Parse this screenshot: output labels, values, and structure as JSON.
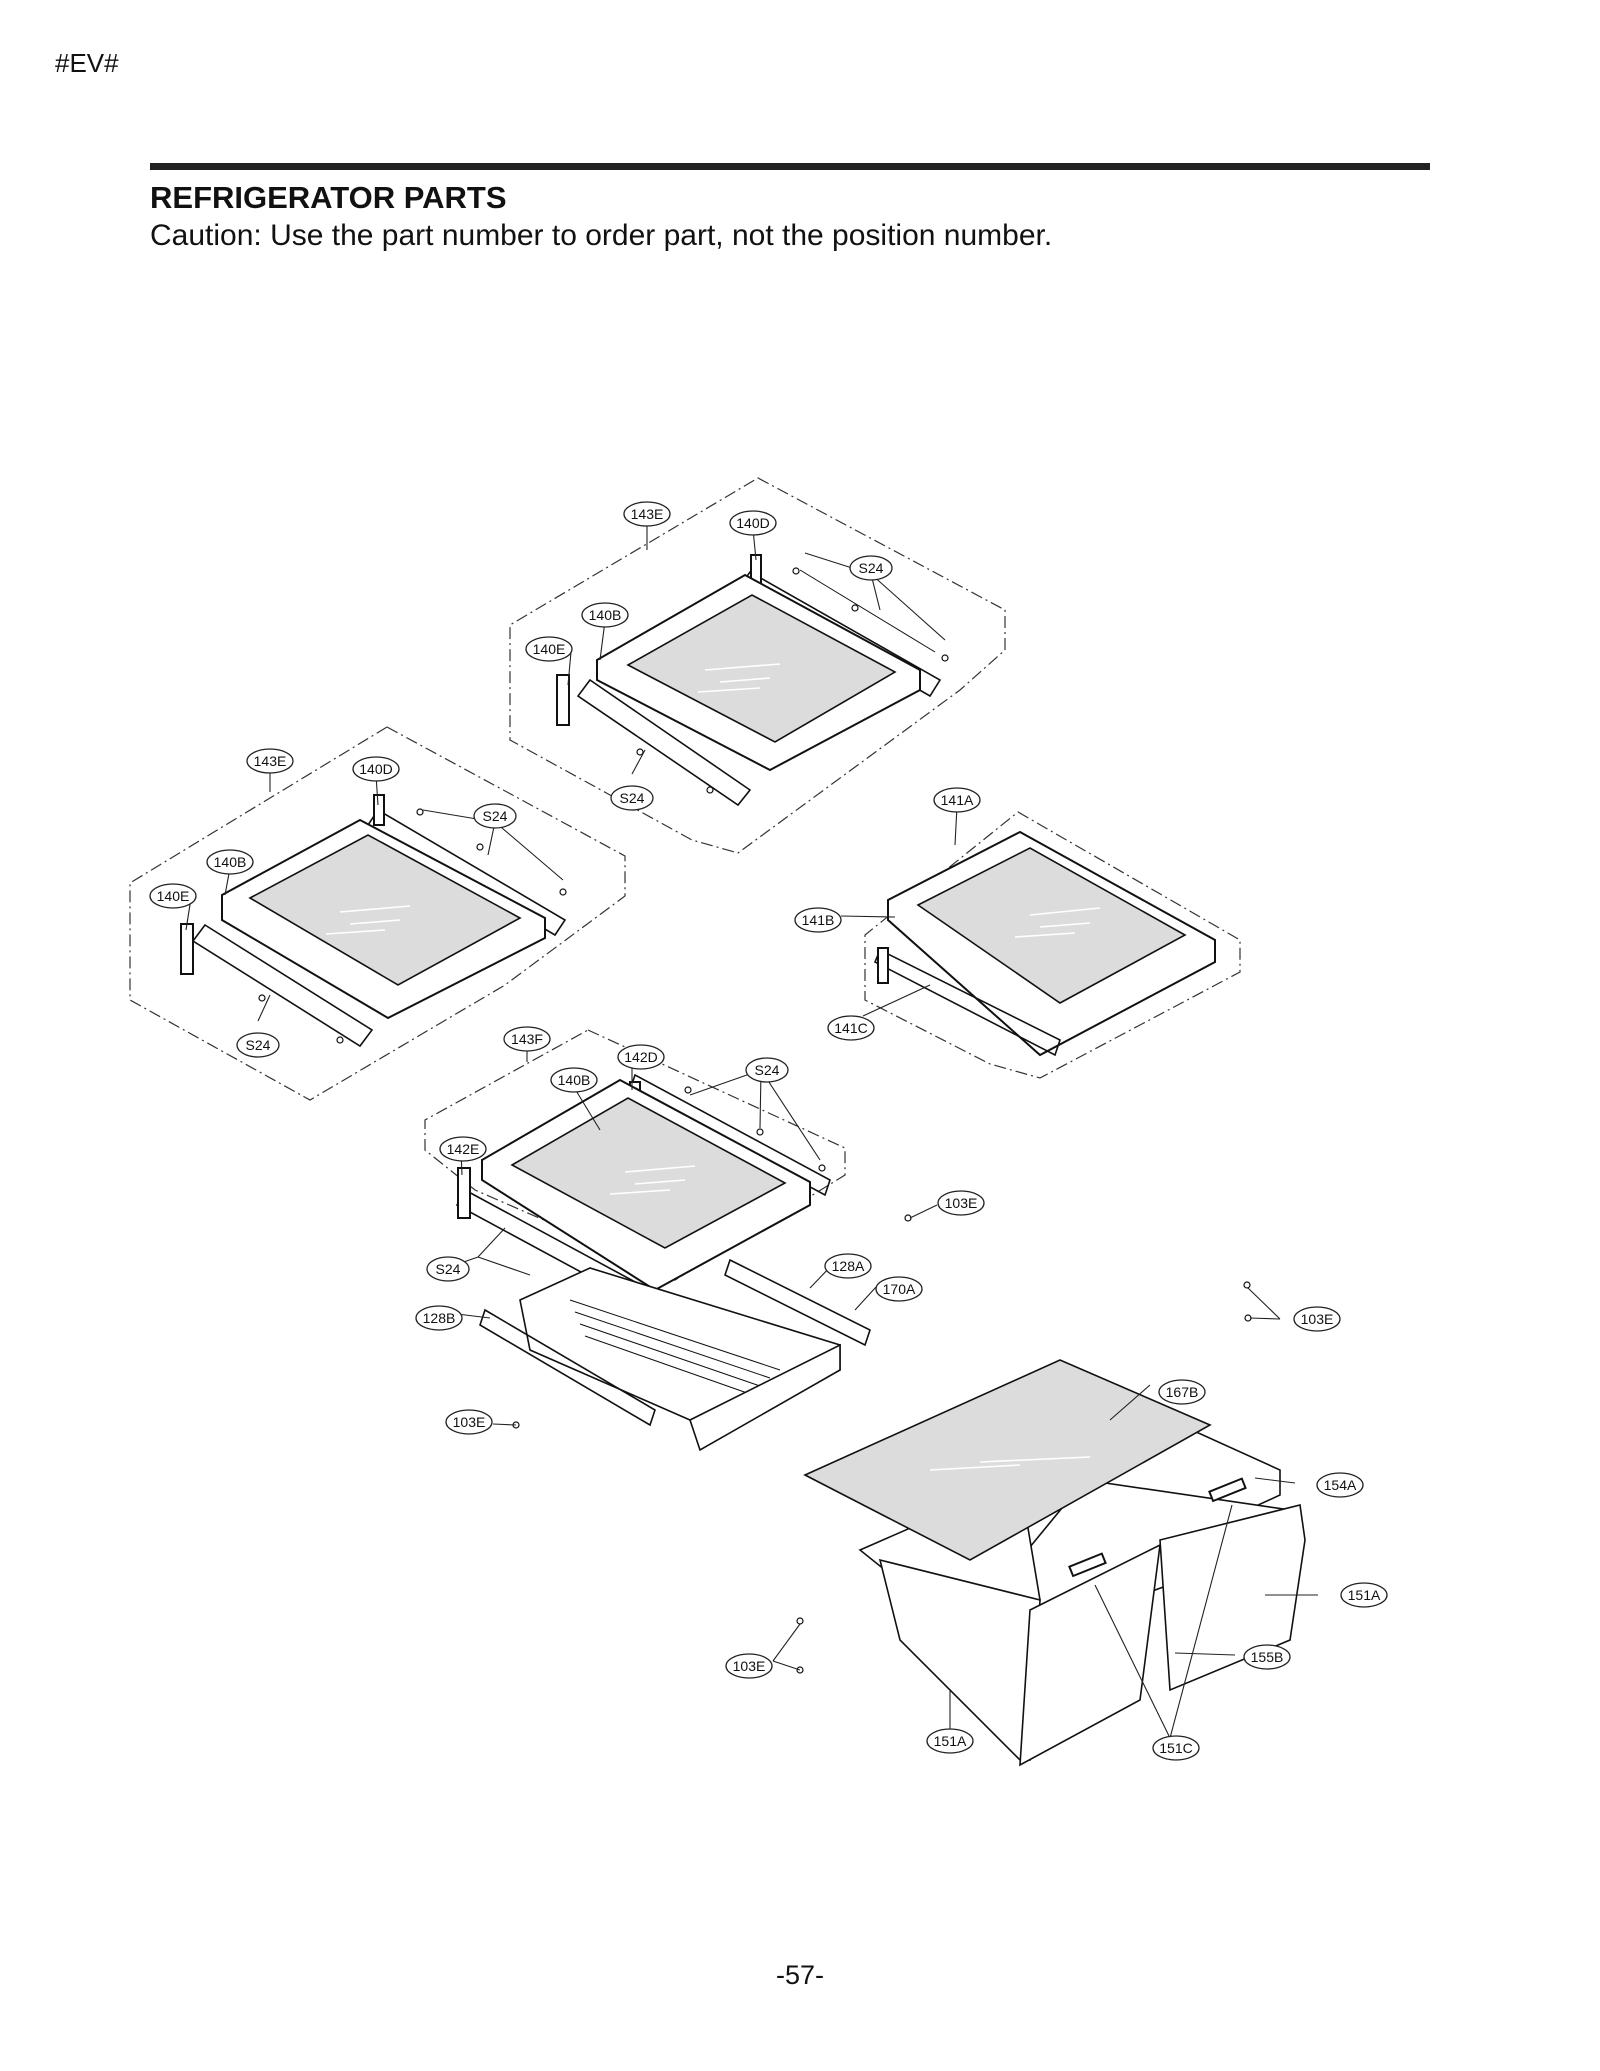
{
  "header": {
    "code": "#EV#"
  },
  "section": {
    "title": "REFRIGERATOR PARTS",
    "caution": "Caution: Use the part number to order part, not the position number."
  },
  "callouts": {
    "c143E_a": "143E",
    "c140D_a": "140D",
    "cS24_a": "S24",
    "c140B_a": "140B",
    "c140E_a": "140E",
    "cS24_b": "S24",
    "c143E_b": "143E",
    "c140D_b": "140D",
    "cS24_c": "S24",
    "c140B_b": "140B",
    "c140E_b": "140E",
    "cS24_d": "S24",
    "c141A": "141A",
    "c141B": "141B",
    "c141C": "141C",
    "c143F": "143F",
    "c142D": "142D",
    "c140B_c": "140B",
    "cS24_e": "S24",
    "c142E": "142E",
    "cS24_f": "S24",
    "c128A": "128A",
    "c170A": "170A",
    "c128B": "128B",
    "c103E_a": "103E",
    "c103E_b": "103E",
    "c103E_c": "103E",
    "c103E_d": "103E",
    "c167B": "167B",
    "c154A": "154A",
    "c151A_a": "151A",
    "c155B": "155B",
    "c151A_b": "151A",
    "c151C": "151C"
  },
  "footer": {
    "page_number": "-57-"
  }
}
